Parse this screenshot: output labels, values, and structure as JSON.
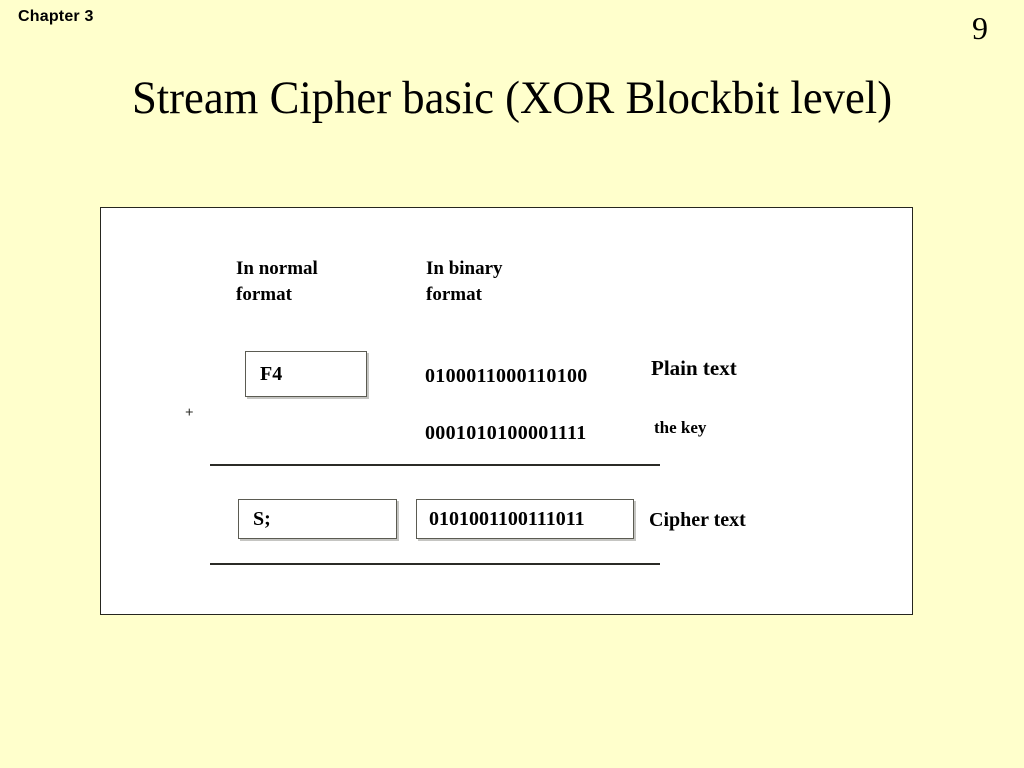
{
  "slide": {
    "chapter_label": "Chapter 3",
    "page_number": "9",
    "title": "Stream Cipher basic (XOR Blockbit level)",
    "background_color": "#FFFFCC",
    "text_color": "#000000"
  },
  "diagram": {
    "panel_background": "#FFFFFF",
    "panel_border_color": "#26261F",
    "column_headers": {
      "normal": "In normal\nformat",
      "binary": "In binary\nformat"
    },
    "operator": "+",
    "rows": [
      {
        "role": "plaintext",
        "normal_format": "F4",
        "binary_format": "0100011000110100",
        "label": "Plain text"
      },
      {
        "role": "key",
        "normal_format": "",
        "binary_format": "0001010100001111",
        "label": "the key"
      },
      {
        "role": "ciphertext",
        "normal_format": "S;",
        "binary_format": "0101001100111011",
        "label": "Cipher text"
      }
    ]
  }
}
